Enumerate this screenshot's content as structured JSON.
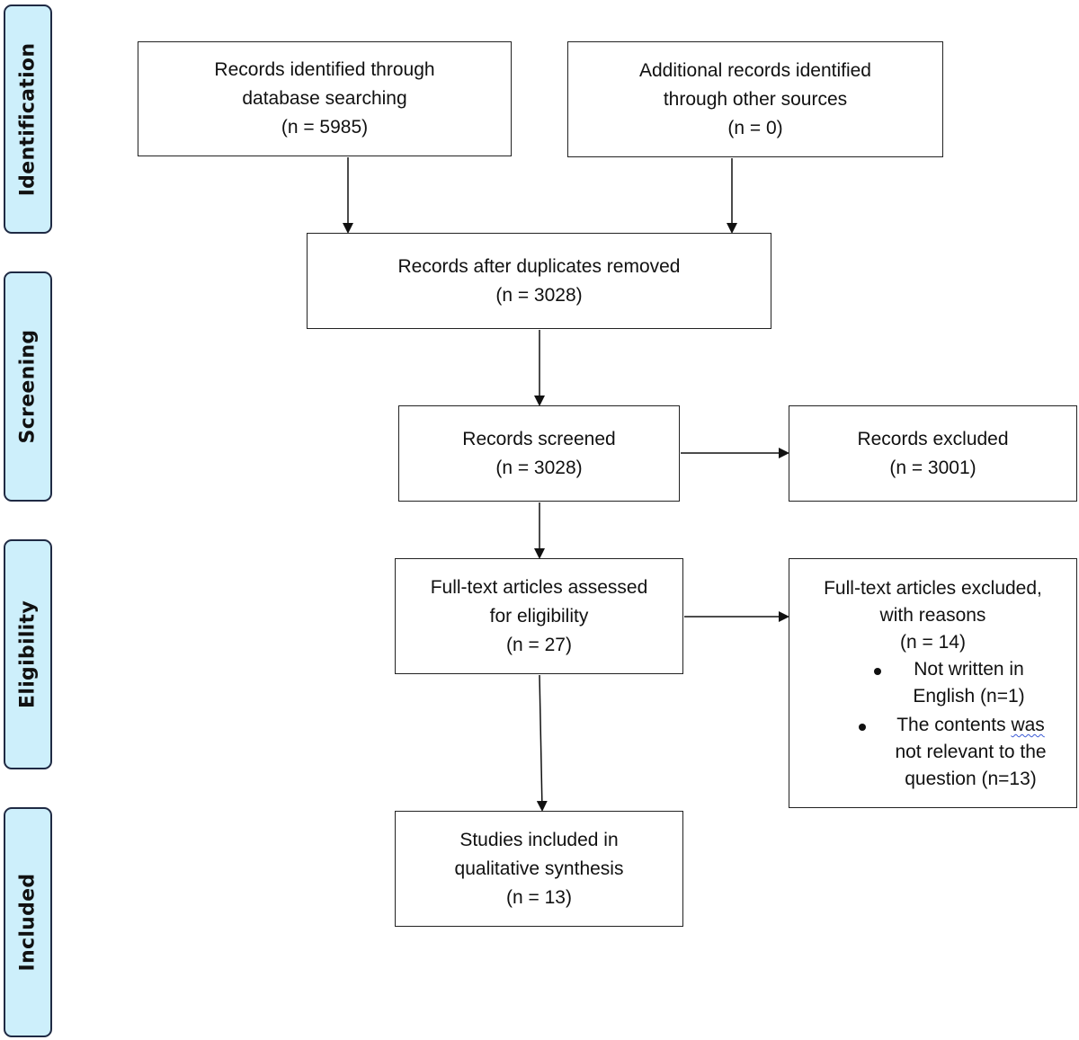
{
  "stages": {
    "identification": "Identification",
    "screening": "Screening",
    "eligibility": "Eligibility",
    "included": "Included"
  },
  "boxes": {
    "database": {
      "line1": "Records identified through",
      "line2": "database searching",
      "count": "(n = 5985)"
    },
    "other_sources": {
      "line1": "Additional records identified",
      "line2": "through other sources",
      "count": "(n = 0)"
    },
    "duplicates_removed": {
      "line1": "Records after duplicates removed",
      "count": "(n = 3028)"
    },
    "screened": {
      "line1": "Records screened",
      "count": "(n = 3028)"
    },
    "excluded": {
      "line1": "Records excluded",
      "count": "(n = 3001)"
    },
    "fulltext_assessed": {
      "line1": "Full-text articles assessed",
      "line2": "for eligibility",
      "count": "(n = 27)"
    },
    "fulltext_excluded": {
      "line1": "Full-text articles excluded,",
      "line2": "with reasons",
      "count": "(n = 14)",
      "reasons": [
        {
          "line1": "Not written in",
          "line2": "English (n=1)"
        },
        {
          "line1_a": "The contents ",
          "line1_b": "was",
          "line2": "not relevant to the",
          "line3": "question (n=13)"
        }
      ]
    },
    "included": {
      "line1": "Studies included in",
      "line2": "qualitative synthesis",
      "count": "(n =   13)"
    }
  },
  "colors": {
    "stage_fill": "#cdeffb",
    "stage_border": "#1f2a44",
    "box_border": "#222222",
    "arrow": "#111111"
  }
}
